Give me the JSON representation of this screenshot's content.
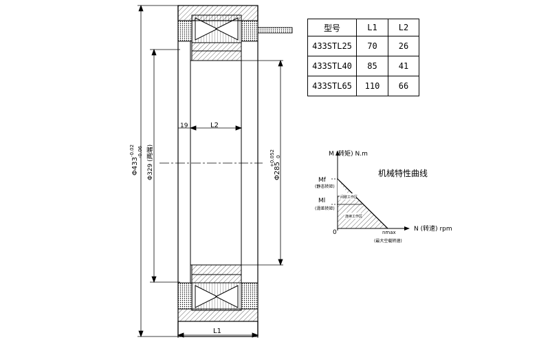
{
  "table": {
    "headers": [
      "型号",
      "L1",
      "L2"
    ],
    "rows": [
      {
        "model": "433STL25",
        "l1": "70",
        "l2": "26"
      },
      {
        "model": "433STL40",
        "l1": "85",
        "l2": "41"
      },
      {
        "model": "433STL65",
        "l1": "110",
        "l2": "66"
      }
    ]
  },
  "dimensions": {
    "outer_dia": "Φ433",
    "outer_tol_upper": "-0.02",
    "outer_tol_lower": "-0.06",
    "inner_dia": "Φ329 (两端)",
    "bore_dia": "Φ285",
    "bore_tol_upper": "+0.052",
    "bore_tol_lower": "0",
    "width_19": "19",
    "l2": "L2",
    "l1": "L1"
  },
  "curve": {
    "title": "机械特性曲线",
    "y_axis_label": "M (转矩) N.m",
    "x_axis_label": "N (转速) rpm",
    "mf_label": "Mf",
    "mf_sub": "(静态转矩)",
    "ml_label": "Ml",
    "ml_sub": "(滑差转矩)",
    "origin": "0",
    "nmax_label": "nmax",
    "nmax_sub": "(最大空载转速)",
    "zone_upper": "间歇工作区",
    "zone_lower": "连续工作区"
  }
}
